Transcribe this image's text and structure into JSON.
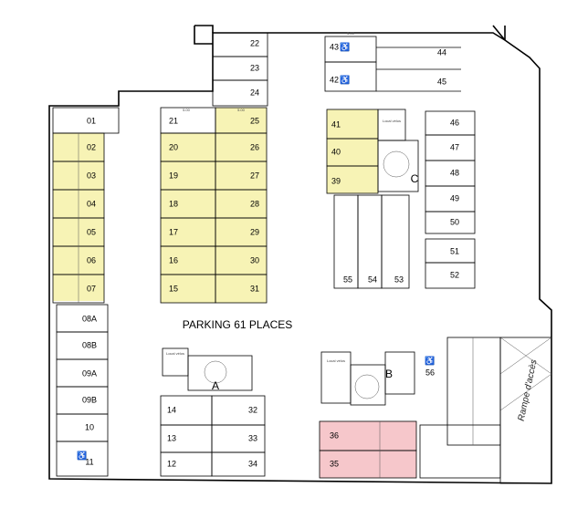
{
  "title": "PARKING 61 PLACES",
  "ramp_label": "Rampe d'accès",
  "local_label": "Local vélos",
  "dim_label": "5.00",
  "colors": {
    "yellow_fill": "#f7f3b5",
    "pink_fill": "#f6c7cb",
    "cyan_fill": "#9fd8dd",
    "wall": "#000000"
  },
  "stairs": [
    "A",
    "B",
    "C"
  ],
  "spaces": [
    "01",
    "02",
    "03",
    "04",
    "05",
    "06",
    "07",
    "08A",
    "08B",
    "09A",
    "09B",
    "10",
    "11",
    "12",
    "13",
    "14",
    "15",
    "16",
    "17",
    "18",
    "19",
    "20",
    "21",
    "22",
    "23",
    "24",
    "25",
    "26",
    "27",
    "28",
    "29",
    "30",
    "31",
    "32",
    "33",
    "34",
    "35",
    "36",
    "39",
    "40",
    "41",
    "42",
    "43",
    "44",
    "45",
    "46",
    "47",
    "48",
    "49",
    "50",
    "51",
    "52",
    "53",
    "54",
    "55",
    "56"
  ],
  "accessible_spaces": [
    "11",
    "42",
    "43",
    "56"
  ]
}
